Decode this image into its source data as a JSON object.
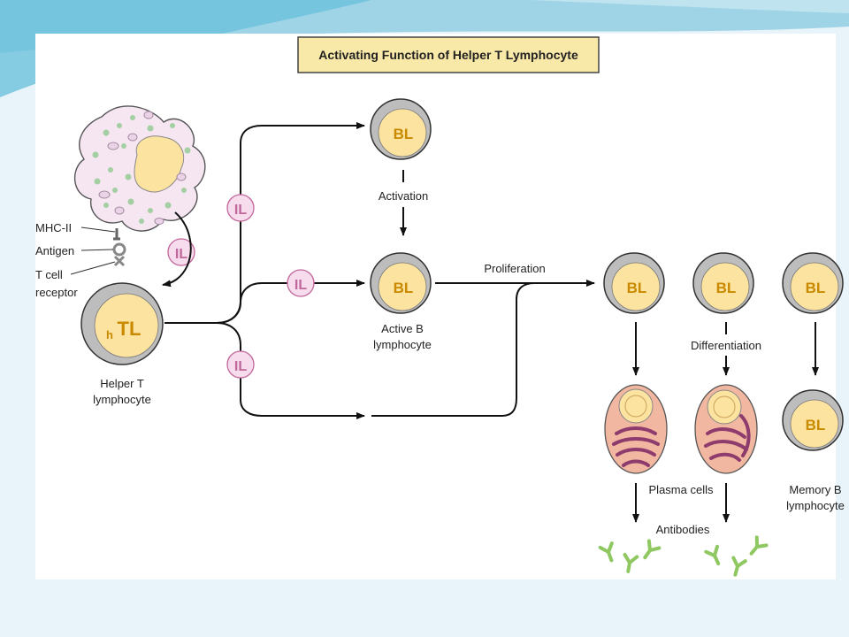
{
  "title": "Activating Function of Helper T Lymphocyte",
  "cell_labels": {
    "b_cell": "BL",
    "helper_t_sub": "h",
    "helper_t_main": "TL",
    "interleukin": "IL"
  },
  "labels": {
    "mhc": "MHC-II",
    "antigen": "Antigen",
    "tcr_line1": "T cell",
    "tcr_line2": "receptor",
    "helper_line1": "Helper T",
    "helper_line2": "lymphocyte",
    "activation": "Activation",
    "active_b_line1": "Active B",
    "active_b_line2": "lymphocyte",
    "proliferation": "Proliferation",
    "differentiation": "Differentiation",
    "plasma_cells": "Plasma cells",
    "antibodies": "Antibodies",
    "memory_line1": "Memory B",
    "memory_line2": "lymphocyte"
  },
  "colors": {
    "b_cell_fill": "#fde3a0",
    "cell_membrane": "#b9b9b9",
    "plasma_fill": "#f2b7a0",
    "plasma_er": "#8e3b6e",
    "il_fill": "#f7dced",
    "il_text": "#c2679b",
    "antibody": "#8fc860",
    "macrophage_fill": "#f6e6f1",
    "title_box": "#f9e9a8"
  }
}
